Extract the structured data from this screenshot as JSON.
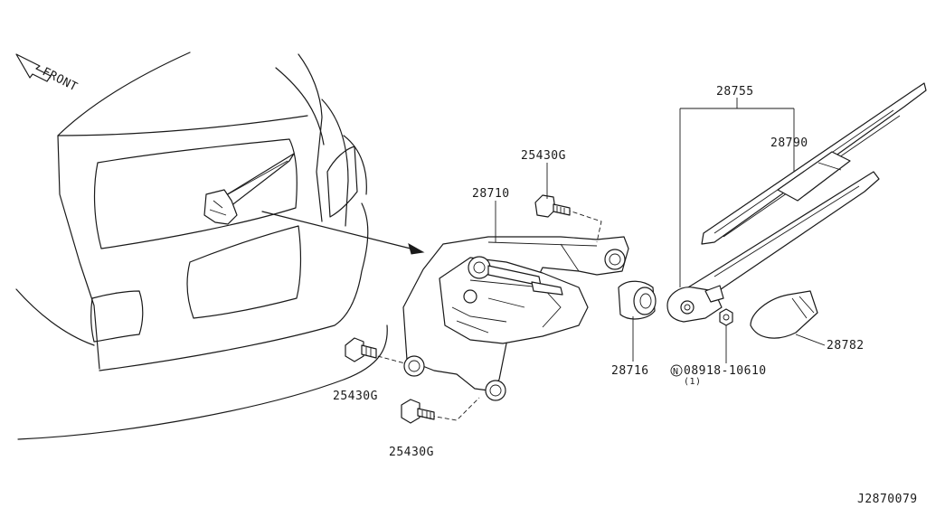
{
  "front_label": "FRONT",
  "labels": {
    "p28755": "28755",
    "p28790": "28790",
    "p25430g_top": "25430G",
    "p28710": "28710",
    "p28716": "28716",
    "p28782": "28782",
    "p25430g_left": "25430G",
    "p25430g_bottom": "25430G",
    "nut_circle": "N",
    "nut_number": "08918-10610",
    "nut_qty": "(1)"
  },
  "diagram_id": "J2870079"
}
